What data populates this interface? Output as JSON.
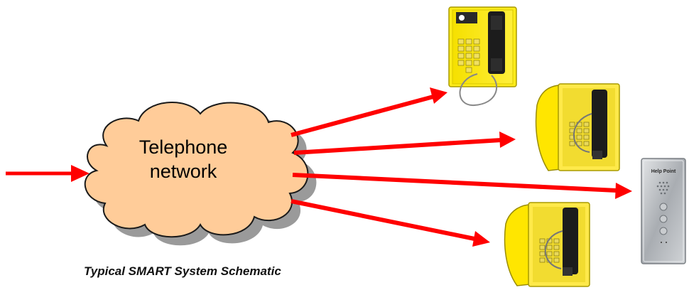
{
  "cloud": {
    "line1": "Telephone",
    "line2": "network"
  },
  "caption": "Typical SMART System Schematic",
  "devices": {
    "help_point_label": "Help Point"
  },
  "colors": {
    "arrow": "#ff0000",
    "cloud_fill": "#ffcc99",
    "cloud_shadow": "#999999",
    "phone_yellow": "#ffea00",
    "help_point_steel": "#b8bcc0"
  }
}
